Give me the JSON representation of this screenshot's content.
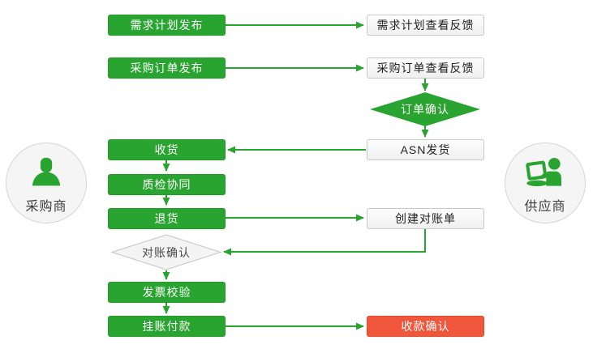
{
  "palette": {
    "green": "#2aa430",
    "red": "#f0563b",
    "light_node_fill": "#f7f7f7",
    "light_node_border": "#c9c9c9",
    "dark_text": "#333333",
    "light_text": "#ffffff"
  },
  "actors": {
    "buyer": {
      "label": "采购商",
      "icon": "person-icon"
    },
    "supplier": {
      "label": "供应商",
      "icon": "person-laptop-icon"
    }
  },
  "nodes": {
    "demand_publish": "需求计划发布",
    "demand_feedback": "需求计划查看反馈",
    "po_publish": "采购订单发布",
    "po_feedback": "采购订单查看反馈",
    "order_confirm": "订单确认",
    "receive": "收货",
    "asn_ship": "ASN发货",
    "quality_collab": "质检协同",
    "return_goods": "退货",
    "create_statement": "创建对账单",
    "statement_confirm": "对账确认",
    "invoice_check": "发票校验",
    "pay_on_account": "挂账付款",
    "receipt_confirm": "收款确认"
  },
  "edges": [
    {
      "from": "demand_publish",
      "to": "demand_feedback"
    },
    {
      "from": "po_publish",
      "to": "po_feedback"
    },
    {
      "from": "po_feedback",
      "to": "order_confirm"
    },
    {
      "from": "order_confirm",
      "to": "asn_ship"
    },
    {
      "from": "asn_ship",
      "to": "receive"
    },
    {
      "from": "receive",
      "to": "quality_collab"
    },
    {
      "from": "quality_collab",
      "to": "return_goods"
    },
    {
      "from": "return_goods",
      "to": "create_statement"
    },
    {
      "from": "create_statement",
      "to": "statement_confirm"
    },
    {
      "from": "statement_confirm",
      "to": "invoice_check"
    },
    {
      "from": "invoice_check",
      "to": "pay_on_account"
    },
    {
      "from": "pay_on_account",
      "to": "receipt_confirm"
    }
  ]
}
